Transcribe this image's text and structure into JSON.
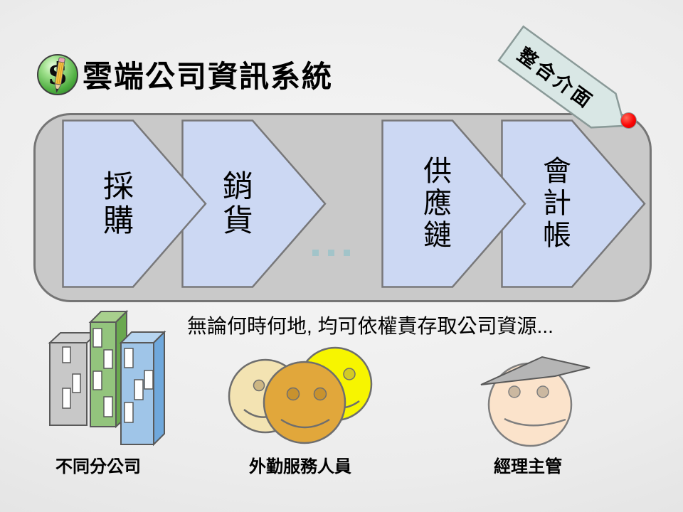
{
  "slide": {
    "title": "雲端公司資訊系統",
    "title_icon": {
      "glyph": "$"
    },
    "tag": {
      "label": "整合介面"
    },
    "flow": {
      "steps": [
        {
          "label": "採購"
        },
        {
          "label": "銷貨"
        },
        {
          "label": "供應鏈"
        },
        {
          "label": "會計帳"
        }
      ],
      "ellipsis_dot_count": 3
    },
    "caption": "無論何時何地, 均可依權責存取公司資源...",
    "groups": [
      {
        "label": "不同分公司",
        "illustration": "buildings"
      },
      {
        "label": "外勤服務人員",
        "illustration": "smiley-faces"
      },
      {
        "label": "經理主管",
        "illustration": "manager-face"
      }
    ],
    "colors": {
      "chevron_fill": "#ccd8f3",
      "chevron_border": "#78787a",
      "panel_fill": "#c9c9c9",
      "panel_border": "#757575",
      "tag_fill": "#d9e7e5",
      "tag_border": "#8a9a98",
      "pin_red": "#fb0404",
      "ellipsis_teal": "#a2c4c9",
      "building_gray": "#c8c8c8",
      "building_green": "#93c47d",
      "building_blue": "#9fc5e8",
      "smiley_pale": "#f3e3b2",
      "smiley_yellow": "#f7f500",
      "smiley_gold": "#e1a73b",
      "face_peach": "#fbe3cb",
      "hat_gray": "#b5b5b5",
      "icon_green": "#4fae41"
    }
  }
}
